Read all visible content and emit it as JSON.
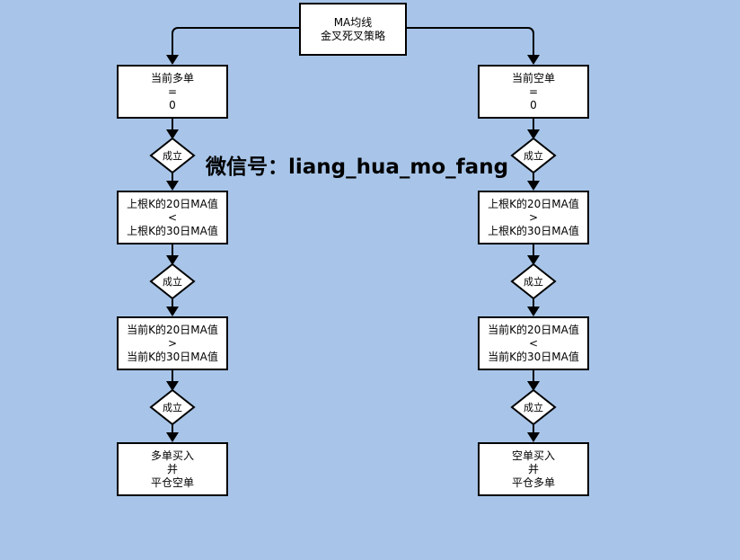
{
  "colors": {
    "background": "#a8c5e9",
    "node_fill": "#ffffff",
    "node_border": "#000000",
    "line": "#000000",
    "text": "#000000"
  },
  "watermark": {
    "text": "微信号：liang_hua_mo_fang"
  },
  "flow": {
    "title": {
      "lines": [
        "MA均线",
        "金叉死叉策略"
      ]
    },
    "left": {
      "boxes": [
        {
          "lines": [
            "当前多单",
            "=",
            "0"
          ]
        },
        {
          "lines": [
            "上根K的20日MA值",
            "<",
            "上根K的30日MA值"
          ]
        },
        {
          "lines": [
            "当前K的20日MA值",
            ">",
            "当前K的30日MA值"
          ]
        },
        {
          "lines": [
            "多单买入",
            "并",
            "平仓空单"
          ]
        }
      ],
      "diamonds": [
        "成立",
        "成立",
        "成立"
      ]
    },
    "right": {
      "boxes": [
        {
          "lines": [
            "当前空单",
            "=",
            "0"
          ]
        },
        {
          "lines": [
            "上根K的20日MA值",
            ">",
            "上根K的30日MA值"
          ]
        },
        {
          "lines": [
            "当前K的20日MA值",
            "<",
            "当前K的30日MA值"
          ]
        },
        {
          "lines": [
            "空单买入",
            "并",
            "平仓多单"
          ]
        }
      ],
      "diamonds": [
        "成立",
        "成立",
        "成立"
      ]
    }
  }
}
